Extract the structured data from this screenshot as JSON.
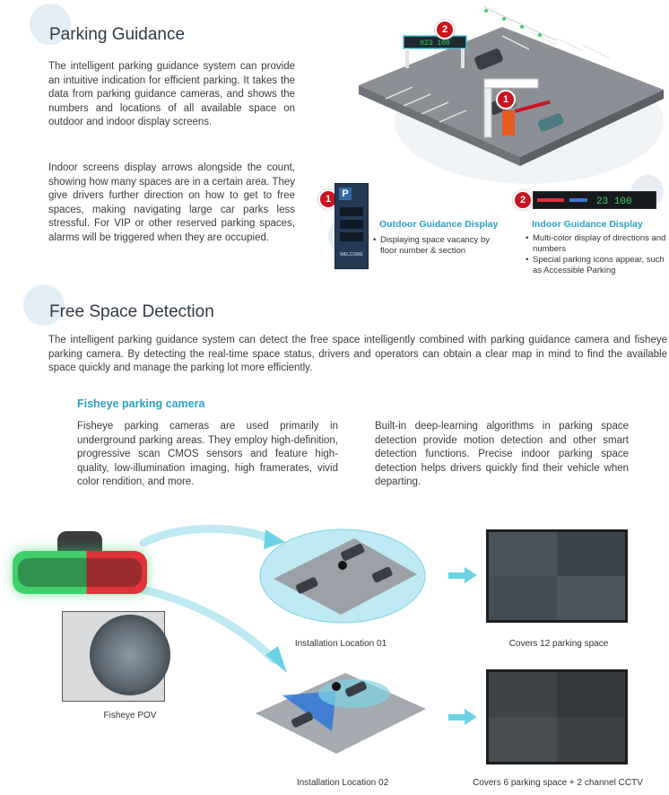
{
  "parking_guidance": {
    "title": "Parking Guidance",
    "para1": "The intelligent parking guidance system can provide an intuitive indication for efficient parking. It takes the data from parking guidance cameras, and shows the numbers and locations of all available space on outdoor and indoor display screens.",
    "para2": "Indoor screens display arrows alongside the count, showing how many spaces are in a certain area. They give drivers further direction on how to get to free spaces, making navigating large car parks less stressful. For VIP or other reserved parking spaces, alarms will be triggered when they are occupied.",
    "outdoor": {
      "badge": "1",
      "title": "Outdoor Guidance Display",
      "bullets": [
        "Displaying space vacancy by floor number & section"
      ],
      "sign_label": "WELCOME"
    },
    "indoor": {
      "badge": "2",
      "title": "Indoor Guidance Display",
      "bullets": [
        "Multi-color display of directions and numbers",
        "Special parking icons appear, such as Accessible Parking"
      ]
    },
    "scene_badge_1": "1",
    "scene_badge_2": "2"
  },
  "free_space": {
    "title": "Free Space Detection",
    "intro": "The intelligent parking guidance system can detect the free space intelligently combined with parking guidance camera and fisheye parking camera. By detecting the real-time space status, drivers and operators can obtain a clear map in mind to find the available space quickly and manage the parking lot more efficiently.",
    "fisheye_heading": "Fisheye parking camera",
    "col1": "Fisheye parking cameras are used primarily in underground parking areas. They employ high-definition, progressive scan CMOS sensors and feature high-quality, low-illumination imaging, high framerates, vivid color rendition, and more.",
    "col2": "Built-in deep-learning algorithms in parking space detection provide motion detection and other smart detection functions. Precise indoor parking space detection helps drivers quickly find their vehicle when departing."
  },
  "diagram": {
    "fisheye_pov": "Fisheye POV",
    "location1": "Installation Location 01",
    "location2": "Installation Location 02",
    "covers1": "Covers 12 parking space",
    "covers2": "Covers 6  parking space + 2 channel CCTV"
  },
  "colors": {
    "teal": "#2aa2c4",
    "badge_red": "#c8141e",
    "arrow": "#6cd3e6",
    "green_led": "#3fd06a",
    "red_led": "#e0333a"
  }
}
